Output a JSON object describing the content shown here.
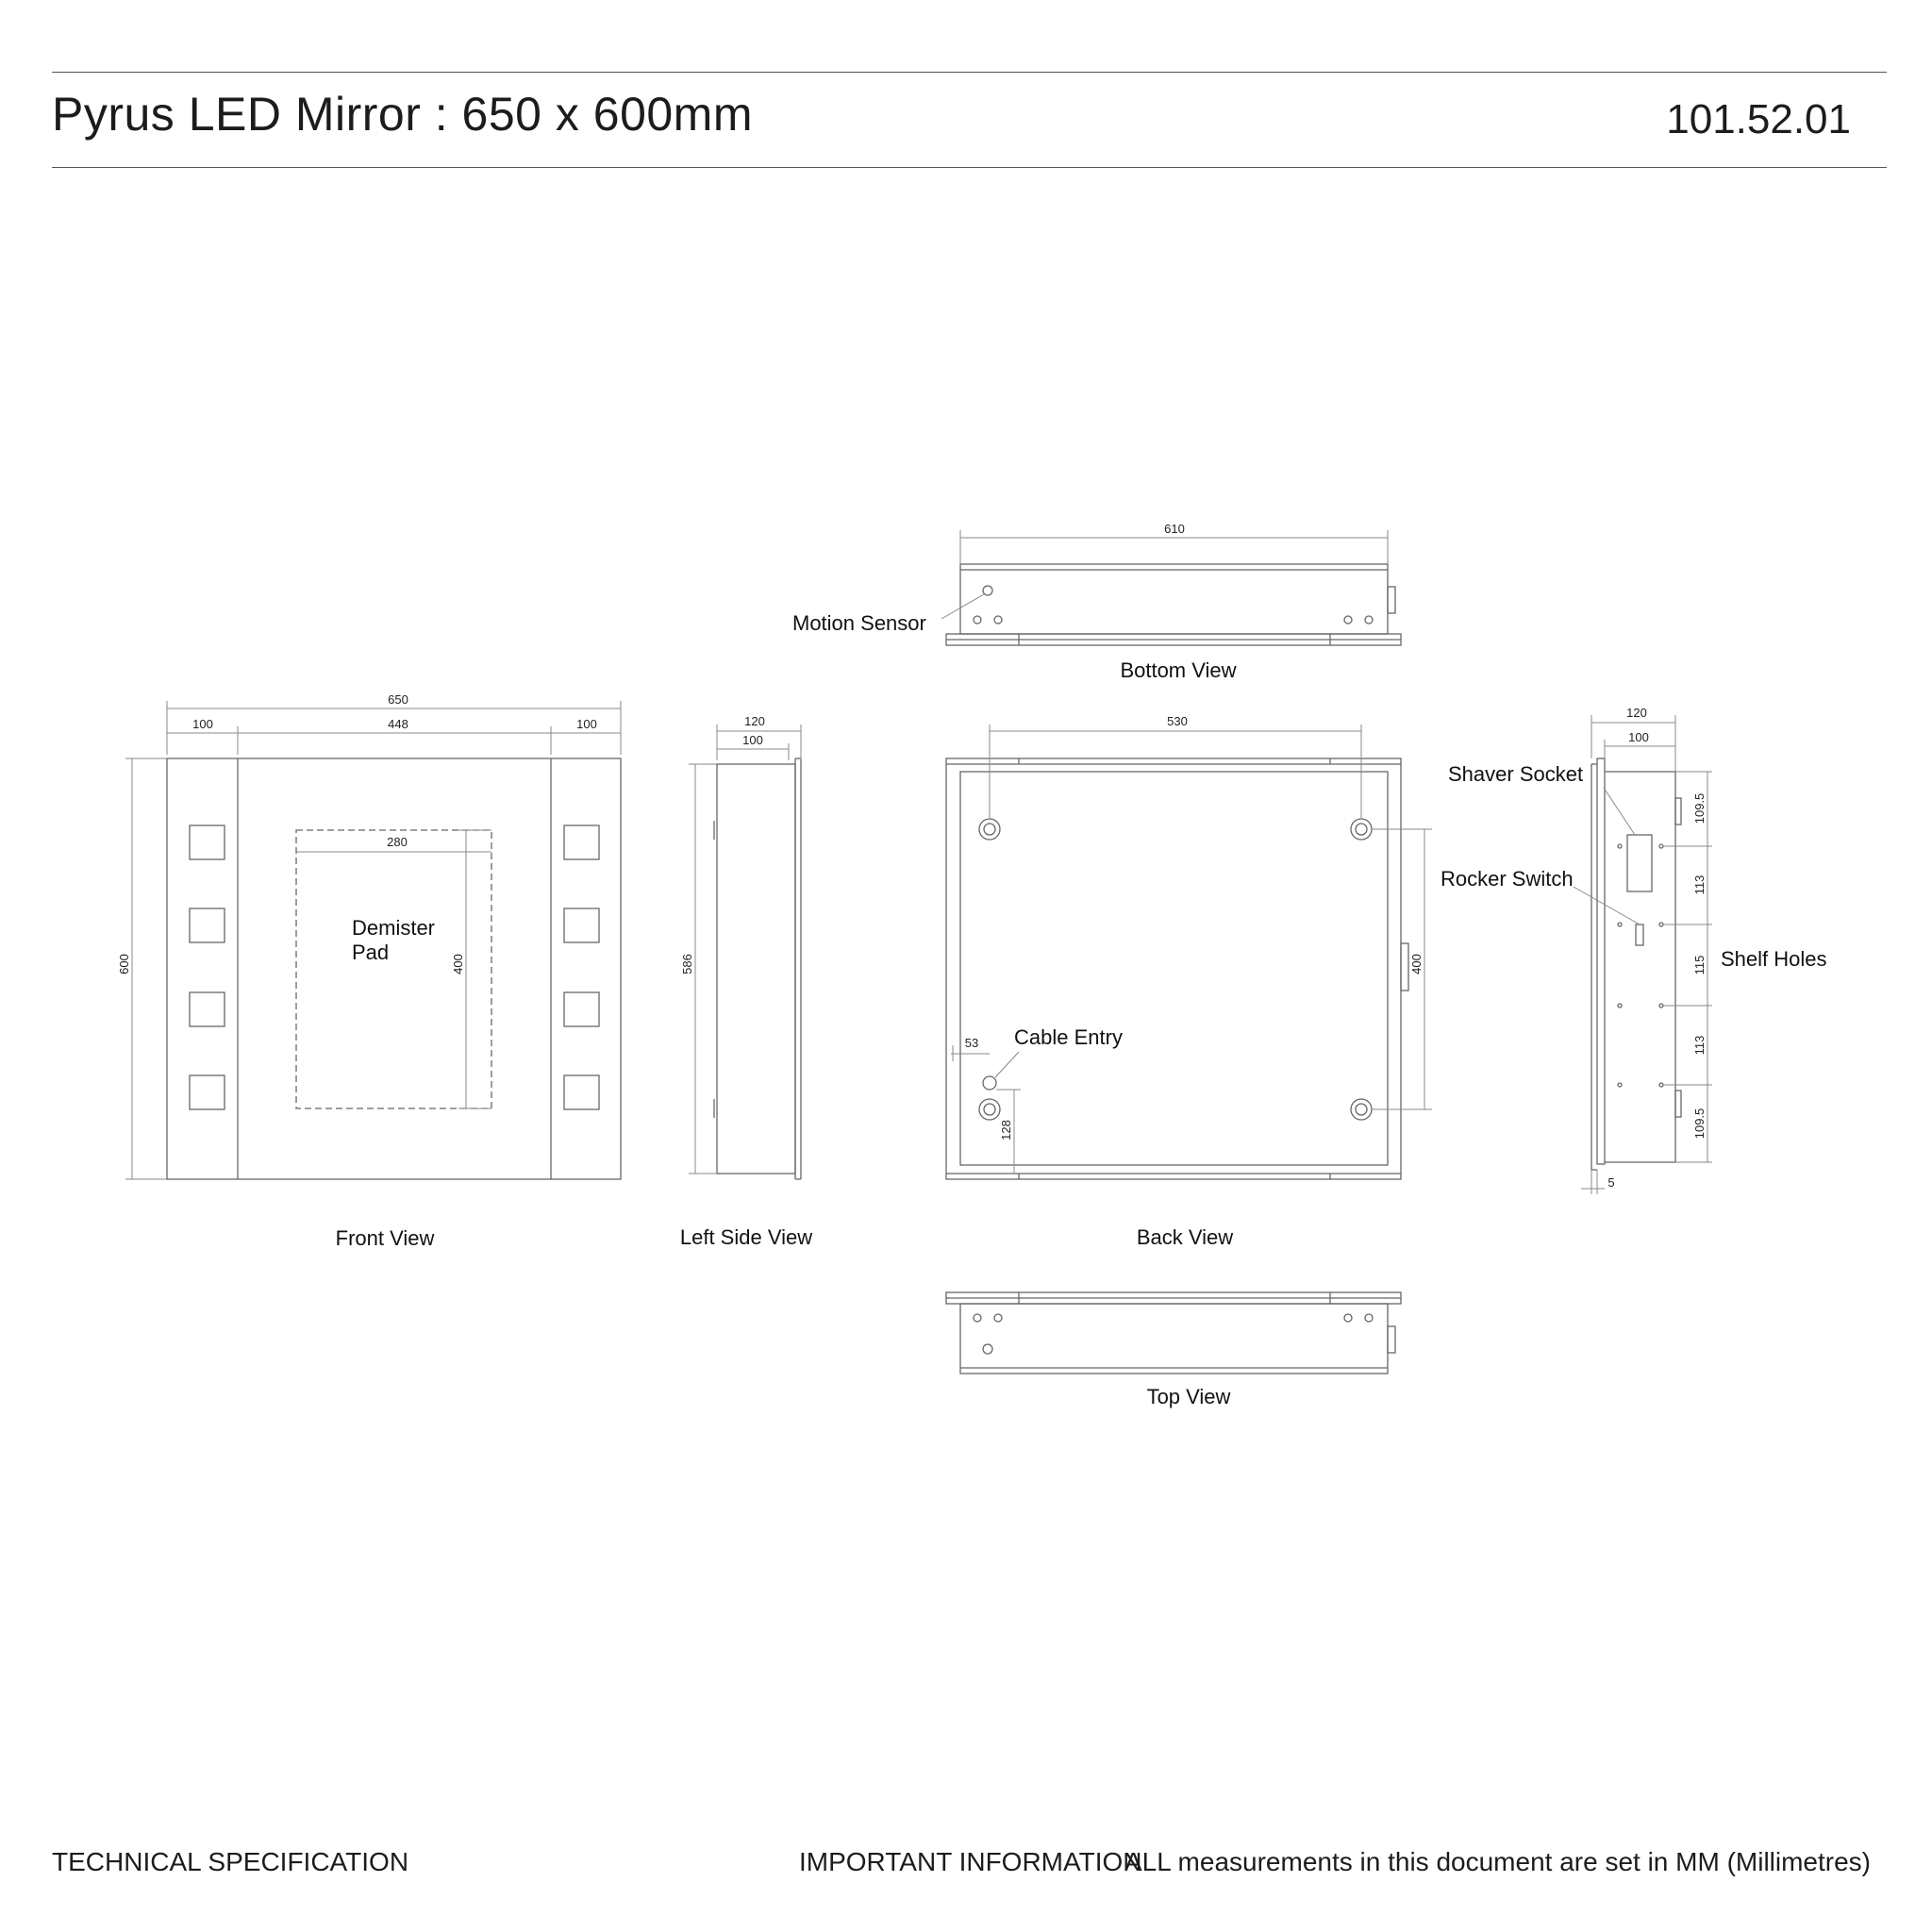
{
  "header": {
    "title": "Pyrus LED Mirror : 650 x 600mm",
    "code": "101.52.01"
  },
  "footer": {
    "left": "TECHNICAL SPECIFICATION",
    "important_label": "IMPORTANT INFORMATION",
    "important_text": "ALL measurements in this document are set in MM (Millimetres)"
  },
  "views": {
    "front": "Front View",
    "left_side": "Left Side View",
    "back": "Back View",
    "bottom": "Bottom View",
    "top": "Top View"
  },
  "callouts": {
    "motion_sensor": "Motion Sensor",
    "demister_line1": "Demister",
    "demister_line2": "Pad",
    "cable_entry": "Cable Entry",
    "shaver_socket": "Shaver Socket",
    "rocker_switch": "Rocker Switch",
    "shelf_holes": "Shelf Holes"
  },
  "dimensions": {
    "bottom_width": "610",
    "front_total_width": "650",
    "front_side_left": "100",
    "front_center": "448",
    "front_side_right": "100",
    "front_height": "600",
    "demister_width": "280",
    "demister_height": "400",
    "left_depth_outer": "120",
    "left_depth_inner": "100",
    "left_height": "586",
    "back_width": "530",
    "back_height": "400",
    "back_cable_x": "53",
    "back_cable_y": "128",
    "right_depth_outer": "120",
    "right_depth_inner": "100",
    "right_seg1": "109.5",
    "right_seg2": "113",
    "right_seg3": "115",
    "right_seg4": "113",
    "right_seg5": "109.5",
    "right_offset": "5"
  }
}
